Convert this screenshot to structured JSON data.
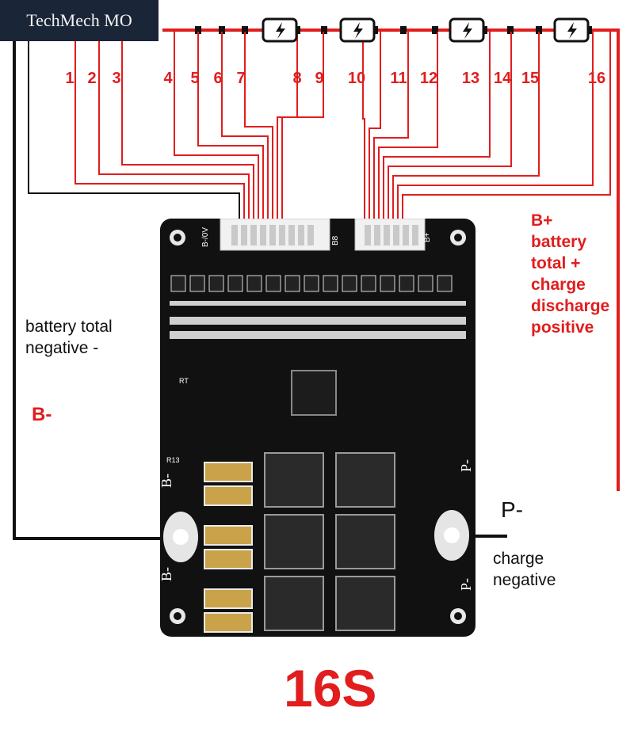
{
  "watermark": {
    "text": "TechMech MO"
  },
  "cell_numbers": [
    "1",
    "2",
    "3",
    "4",
    "5",
    "6",
    "7",
    "8",
    "9",
    "10",
    "11",
    "12",
    "13",
    "14",
    "15",
    "16"
  ],
  "labels": {
    "b_plus": "B+",
    "b_plus_desc_1": "battery",
    "b_plus_desc_2": "total +",
    "b_plus_desc_3": "charge",
    "b_plus_desc_4": "discharge",
    "b_plus_desc_5": "positive",
    "b_minus_desc_1": "battery total",
    "b_minus_desc_2": "negative -",
    "b_minus": "B-",
    "p_minus": "P-",
    "p_minus_desc_1": "charge",
    "p_minus_desc_2": "negative",
    "board_type": "16S"
  },
  "silkscreen": {
    "b_minus_0v": "B-/0V",
    "b8": "B8",
    "b_plus": "B+",
    "b_minus_pad": "B-",
    "p_minus_pad": "P-",
    "r13": "R13",
    "rt": "RT"
  },
  "colors": {
    "wire": "#e11d1d",
    "ground": "#111111",
    "board": "#111111",
    "copper": "#c9a24a"
  },
  "icons": {
    "battery": "battery-bolt-icon"
  }
}
